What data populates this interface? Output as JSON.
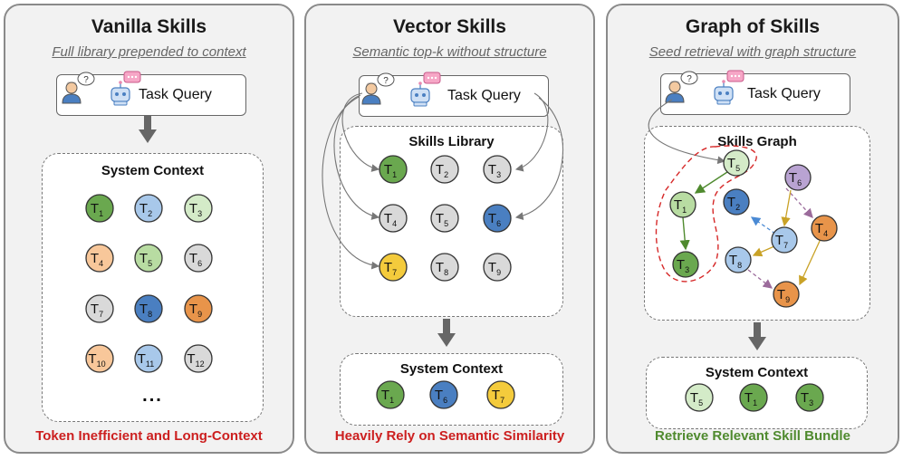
{
  "colors": {
    "green": "#6aa84f",
    "lightblue": "#a8c8ea",
    "paleGreen": "#d4ebc8",
    "peach": "#f8c79a",
    "lightGreen": "#b8dca2",
    "grey": "#d9d9d9",
    "blue": "#4a7fc1",
    "orange": "#e8944a",
    "yellow": "#f4cb3c",
    "purple": "#b9a3d2",
    "red": "#cc1f1f",
    "darkGreen": "#4f8a2e"
  },
  "panels": {
    "vanilla": {
      "title": "Vanilla Skills",
      "subtitle": "Full library prepended to context",
      "query": "Task Query",
      "context_title": "System Context",
      "ellipsis": "...",
      "footer": "Token Inefficient and Long-Context",
      "tokens": [
        {
          "sub": "1",
          "color": "green"
        },
        {
          "sub": "2",
          "color": "lightblue"
        },
        {
          "sub": "3",
          "color": "paleGreen"
        },
        {
          "sub": "4",
          "color": "peach"
        },
        {
          "sub": "5",
          "color": "lightGreen"
        },
        {
          "sub": "6",
          "color": "grey"
        },
        {
          "sub": "7",
          "color": "grey"
        },
        {
          "sub": "8",
          "color": "blue"
        },
        {
          "sub": "9",
          "color": "orange"
        },
        {
          "sub": "10",
          "color": "peach"
        },
        {
          "sub": "11",
          "color": "lightblue"
        },
        {
          "sub": "12",
          "color": "grey"
        }
      ]
    },
    "vector": {
      "title": "Vector Skills",
      "subtitle": "Semantic top-k without structure",
      "query": "Task Query",
      "library_title": "Skills Library",
      "context_title": "System Context",
      "footer": "Heavily Rely on Semantic Similarity",
      "tokens": [
        {
          "sub": "1",
          "color": "green"
        },
        {
          "sub": "2",
          "color": "grey"
        },
        {
          "sub": "3",
          "color": "grey"
        },
        {
          "sub": "4",
          "color": "grey"
        },
        {
          "sub": "5",
          "color": "grey"
        },
        {
          "sub": "6",
          "color": "blue"
        },
        {
          "sub": "7",
          "color": "yellow"
        },
        {
          "sub": "8",
          "color": "grey"
        },
        {
          "sub": "9",
          "color": "grey"
        }
      ],
      "context_tokens": [
        {
          "sub": "1",
          "color": "green"
        },
        {
          "sub": "6",
          "color": "blue"
        },
        {
          "sub": "7",
          "color": "yellow"
        }
      ]
    },
    "graph": {
      "title": "Graph of Skills",
      "subtitle": "Seed retrieval with graph structure",
      "query": "Task Query",
      "graph_title": "Skills Graph",
      "context_title": "System Context",
      "footer": "Retrieve Relevant Skill Bundle",
      "nodes": [
        {
          "sub": "5",
          "color": "paleGreen"
        },
        {
          "sub": "1",
          "color": "lightGreen"
        },
        {
          "sub": "3",
          "color": "green"
        },
        {
          "sub": "2",
          "color": "blue"
        },
        {
          "sub": "6",
          "color": "purple"
        },
        {
          "sub": "4",
          "color": "orange"
        },
        {
          "sub": "7",
          "color": "lightblue"
        },
        {
          "sub": "8",
          "color": "lightblue"
        },
        {
          "sub": "9",
          "color": "orange"
        }
      ],
      "context_tokens": [
        {
          "sub": "5",
          "color": "paleGreen"
        },
        {
          "sub": "1",
          "color": "green"
        },
        {
          "sub": "3",
          "color": "green"
        }
      ]
    }
  }
}
